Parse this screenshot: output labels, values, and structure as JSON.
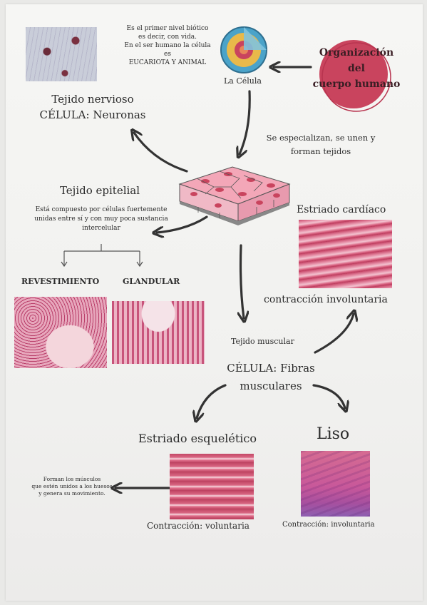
{
  "title_circle": {
    "text_lines": [
      "Organización",
      "del",
      "cuerpo humano"
    ],
    "color": "#c9445e"
  },
  "cell": {
    "label": "La Célula",
    "description": [
      "Es el primer nivel biótico",
      "es decir, con vida.",
      "En el ser humano la célula",
      "es",
      "EUCARIOTA Y ANIMAL"
    ]
  },
  "nervous": {
    "title": "Tejido nervioso",
    "cell_line": "CÉLULA: Neuronas"
  },
  "specialize": [
    "Se especializan, se unen y",
    "forman tejidos"
  ],
  "epithelial": {
    "title": "Tejido epitelial",
    "description": [
      "Está compuesto por células fuertemente",
      "unidas entre sí y con muy poca sustancia",
      "intercelular"
    ],
    "types": [
      "REVESTIMIENTO",
      "GLANDULAR"
    ]
  },
  "cardiac": {
    "title": "Estriado cardíaco",
    "contraction": "contracción involuntaria"
  },
  "muscular": {
    "title": "Tejido muscular",
    "cell_line": [
      "CÉLULA: Fibras",
      "musculares"
    ]
  },
  "skeletal": {
    "title": "Estriado esquelético",
    "contraction": "Contracción: voluntaria",
    "note": [
      "Forman los músculos",
      "que estén unidos a los huesos",
      "y genera su movimiento."
    ]
  },
  "smooth": {
    "title": "Liso",
    "contraction": "Contracción: involuntaria"
  },
  "colors": {
    "ink": "#2b2b2b",
    "pink": "#e88aa6",
    "tissue_pink": "#d8607f"
  }
}
